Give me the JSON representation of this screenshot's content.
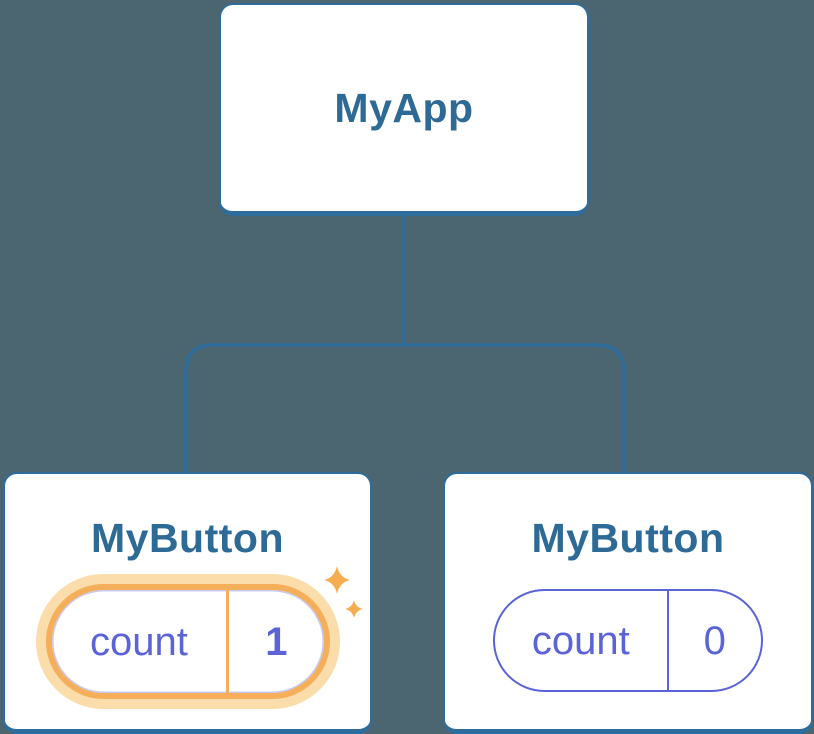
{
  "diagram": {
    "root": {
      "title": "MyApp"
    },
    "children": [
      {
        "title": "MyButton",
        "state_label": "count",
        "state_value": "1",
        "highlighted": true
      },
      {
        "title": "MyButton",
        "state_label": "count",
        "state_value": "0",
        "highlighted": false
      }
    ]
  },
  "colors": {
    "background": "#4c6671",
    "card_bg": "#ffffff",
    "card_border": "#2e6c9c",
    "connector": "#2e6c9c",
    "node_text": "#2e6a96",
    "state_text": "#5a63d8",
    "highlight_border": "#f5ae59",
    "highlight_glow": "#fbdcab",
    "sparkle": "#f5ad50"
  }
}
